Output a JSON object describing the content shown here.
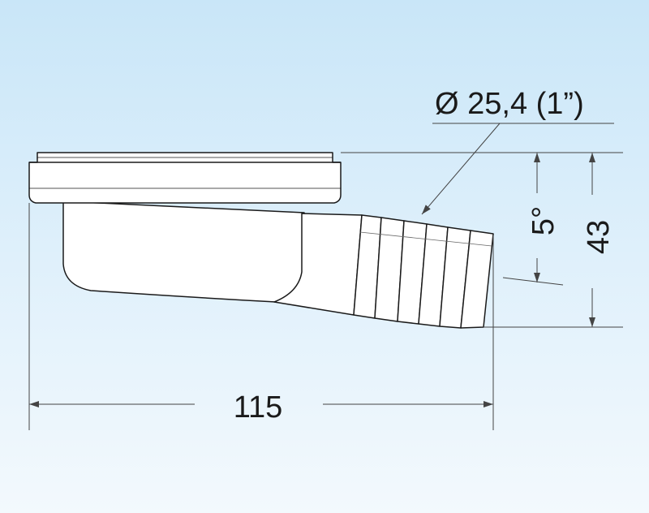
{
  "drawing": {
    "width_label": "115",
    "height_label": "43",
    "angle_label": "5°",
    "diameter_label": "Ø 25,4 (1”)"
  },
  "colors": {
    "background_top": "#c9e6f8",
    "background_bottom": "#f3f9fd",
    "part_fill": "#ffffff",
    "line": "#1a1a1a",
    "dim_line": "#333333"
  }
}
